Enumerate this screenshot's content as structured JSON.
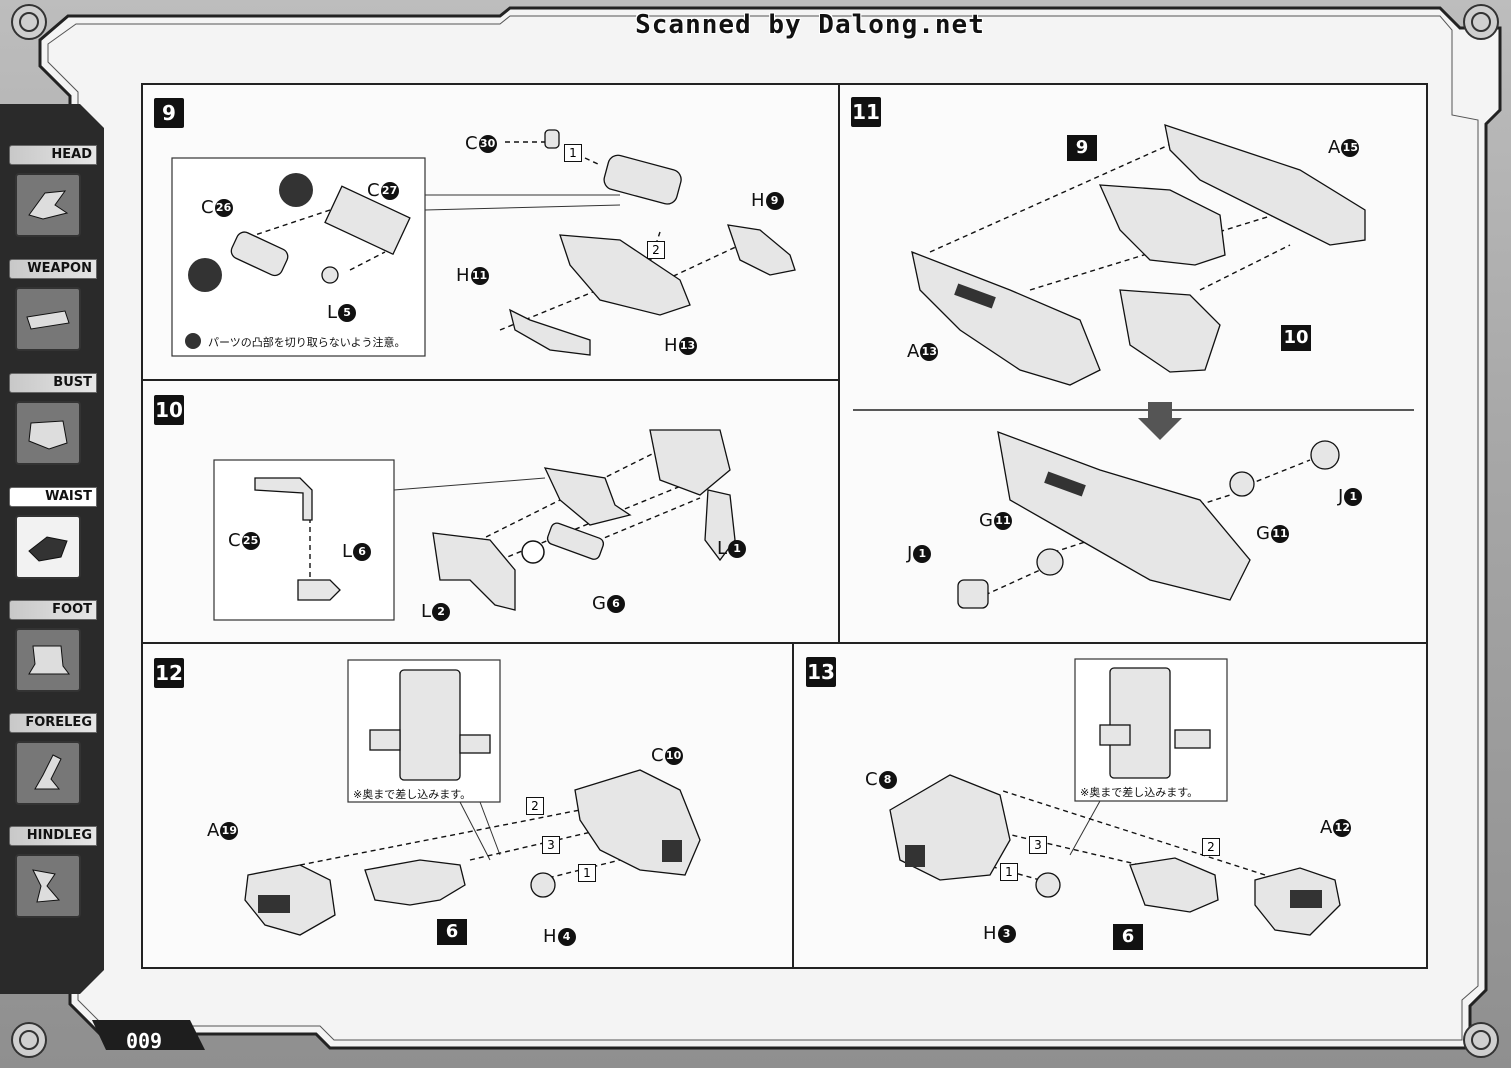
{
  "watermark": "Scanned by Dalong.net",
  "page_number": "009",
  "nav": [
    {
      "label": "HEAD"
    },
    {
      "label": "WEAPON"
    },
    {
      "label": "BUST"
    },
    {
      "label": "WAIST",
      "active": true
    },
    {
      "label": "FOOT"
    },
    {
      "label": "FORELEG"
    },
    {
      "label": "HINDLEG"
    }
  ],
  "steps": {
    "s9": "9",
    "s10": "10",
    "s11": "11",
    "s12": "12",
    "s13": "13"
  },
  "step9": {
    "labels": [
      "C",
      "C",
      "C",
      "L",
      "H",
      "H",
      "H"
    ],
    "nums": [
      "30",
      "26",
      "27",
      "5",
      "11",
      "13",
      "9"
    ],
    "seq": [
      "1",
      "2"
    ],
    "note": "パーツの凸部を切り取らないよう注意。"
  },
  "step10": {
    "labels": [
      "C",
      "L",
      "L",
      "L",
      "G"
    ],
    "nums": [
      "25",
      "6",
      "2",
      "1",
      "6"
    ]
  },
  "step11": {
    "ref9": "9",
    "ref10": "10",
    "labels": [
      "A",
      "A",
      "G",
      "G",
      "J",
      "J"
    ],
    "nums": [
      "15",
      "13",
      "11",
      "11",
      "1",
      "1"
    ]
  },
  "step12": {
    "note": "※奥まで差し込みます。",
    "labels": [
      "C",
      "A",
      "H"
    ],
    "nums": [
      "10",
      "19",
      "4"
    ],
    "seq": [
      "2",
      "3",
      "1"
    ],
    "ref6": "6"
  },
  "step13": {
    "note": "※奥まで差し込みます。",
    "labels": [
      "C",
      "A",
      "H"
    ],
    "nums": [
      "8",
      "12",
      "3"
    ],
    "seq": [
      "3",
      "2",
      "1"
    ],
    "ref6": "6"
  }
}
